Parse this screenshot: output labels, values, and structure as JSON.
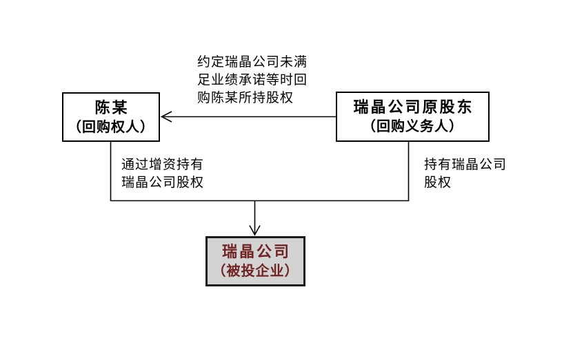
{
  "diagram": {
    "nodes": {
      "chen": {
        "title": "陈某",
        "subtitle": "（回购权人）"
      },
      "original_shareholder": {
        "title": "瑞晶公司原股东",
        "subtitle": "（回购义务人）"
      },
      "invested_company": {
        "title": "瑞晶公司",
        "subtitle": "（被投企业）"
      }
    },
    "labels": {
      "repurchase_agreement": {
        "lines": [
          "约定瑞晶公司未满",
          "足业绩承诺等时回",
          "购陈某所持股权"
        ]
      },
      "capital_increase": {
        "lines": [
          "通过增资持有",
          "瑞晶公司股权"
        ]
      },
      "holding": {
        "lines": [
          "持有瑞晶公司",
          "股权"
        ]
      }
    },
    "colors": {
      "background": "#ffffff",
      "node_border": "#000000",
      "node_text": "#000000",
      "invested_background": "#d3d3d3",
      "invested_border": "#1a1a1a",
      "invested_text": "#712222",
      "connector_line": "#000000",
      "label_text": "#000000"
    }
  }
}
